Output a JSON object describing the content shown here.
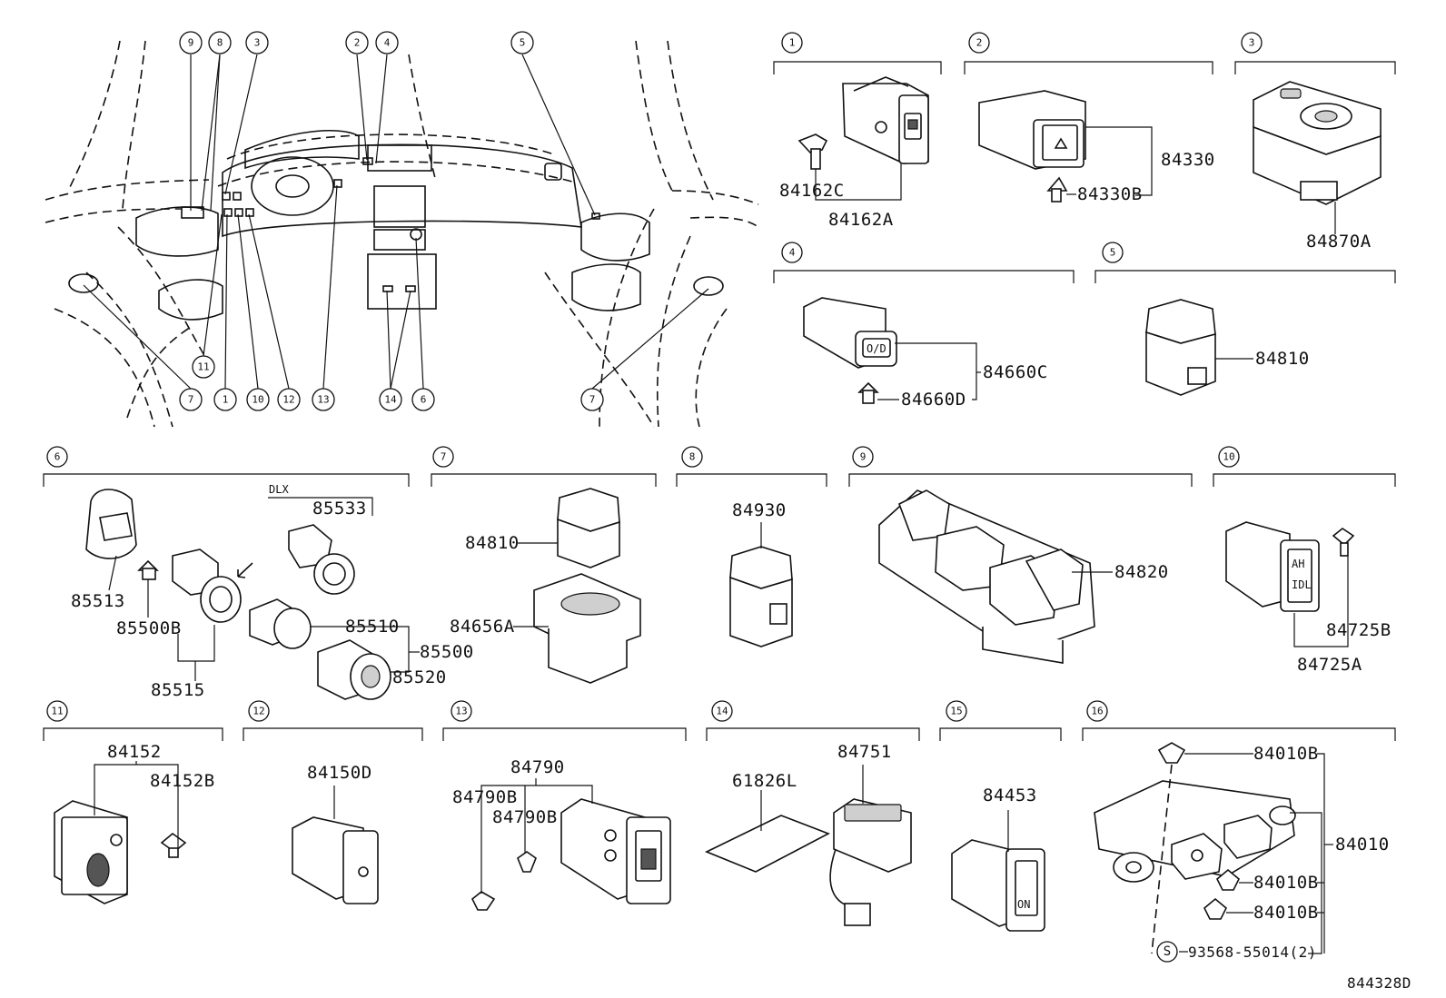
{
  "drawing_id": "844328D",
  "overview_callouts": [
    {
      "n": "9"
    },
    {
      "n": "8"
    },
    {
      "n": "3"
    },
    {
      "n": "2"
    },
    {
      "n": "4"
    },
    {
      "n": "5"
    },
    {
      "n": "11"
    },
    {
      "n": "7"
    },
    {
      "n": "1"
    },
    {
      "n": "10"
    },
    {
      "n": "12"
    },
    {
      "n": "13"
    },
    {
      "n": "14"
    },
    {
      "n": "6"
    },
    {
      "n": "7"
    }
  ],
  "groups": [
    {
      "n": "1",
      "parts": [
        "84162C",
        "84162A"
      ]
    },
    {
      "n": "2",
      "parts": [
        "84330",
        "84330B"
      ]
    },
    {
      "n": "3",
      "parts": [
        "84870A"
      ]
    },
    {
      "n": "4",
      "parts": [
        "84660C",
        "84660D"
      ]
    },
    {
      "n": "5",
      "parts": [
        "84810"
      ]
    },
    {
      "n": "6",
      "note": "DLX",
      "parts": [
        "85533",
        "85513",
        "85500B",
        "85515",
        "85510",
        "85500",
        "85520"
      ]
    },
    {
      "n": "7",
      "parts": [
        "84810",
        "84656A"
      ]
    },
    {
      "n": "8",
      "parts": [
        "84930"
      ]
    },
    {
      "n": "9",
      "parts": [
        "84820"
      ]
    },
    {
      "n": "10",
      "parts": [
        "84725B",
        "84725A"
      ]
    },
    {
      "n": "11",
      "parts": [
        "84152",
        "84152B"
      ]
    },
    {
      "n": "12",
      "parts": [
        "84150D"
      ]
    },
    {
      "n": "13",
      "parts": [
        "84790",
        "84790B",
        "84790B"
      ]
    },
    {
      "n": "14",
      "parts": [
        "61826L",
        "84751"
      ]
    },
    {
      "n": "15",
      "parts": [
        "84453"
      ]
    },
    {
      "n": "16",
      "parts": [
        "84010B",
        "84010",
        "84010B",
        "84010B",
        "93568-55014(2)"
      ],
      "screw_marker": "S"
    }
  ],
  "icons": {
    "fastener": "clip-fastener-icon",
    "switch": "switch-icon",
    "connector": "connector-icon"
  }
}
